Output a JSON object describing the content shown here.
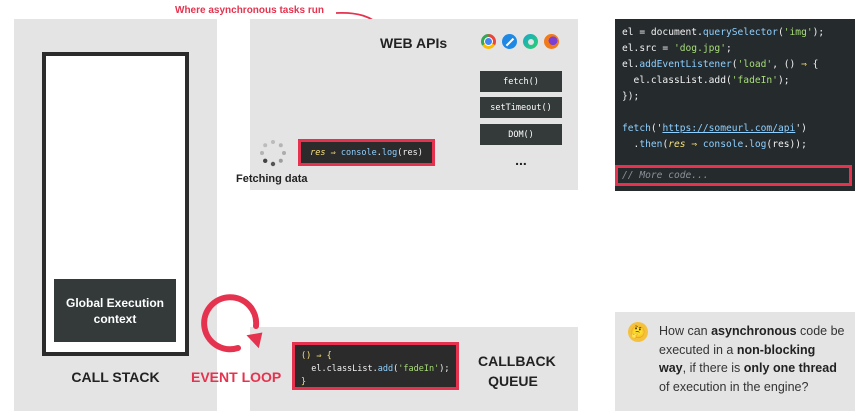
{
  "annotation": "Where asynchronous tasks run",
  "call_stack": {
    "title": "CALL STACK",
    "frame": "Global Execution context"
  },
  "web_apis": {
    "title": "WEB APIs",
    "browsers": [
      {
        "name": "chrome-icon",
        "color": "#e8453c"
      },
      {
        "name": "safari-icon",
        "color": "#1e88e5"
      },
      {
        "name": "edge-icon",
        "color": "#1aa6c9"
      },
      {
        "name": "firefox-icon",
        "color": "#f27a1a"
      }
    ],
    "apis": [
      "fetch()",
      "setTimeout()",
      "DOM()"
    ],
    "ellipsis": "...",
    "pending_callback": {
      "param": "res",
      "arrow": "⇒",
      "obj": "console",
      "dot": ".",
      "fn": "log",
      "args": "(res)"
    },
    "status": "Fetching data"
  },
  "code": {
    "line1": {
      "a": "el = document.",
      "b": "querySelector",
      "c": "(",
      "d": "'img'",
      "e": ");"
    },
    "line2": {
      "a": "el.src = ",
      "b": "'dog.jpg'",
      "c": ";"
    },
    "line3": {
      "a": "el.",
      "b": "addEventListener",
      "c": "(",
      "d": "'load'",
      "e": ", () ",
      "f": "⇒",
      "g": " {"
    },
    "line4": {
      "a": "  el.classList.add(",
      "b": "'fadeIn'",
      "c": ");"
    },
    "line5": {
      "a": "});"
    },
    "line6": {
      "a": "fetch",
      "b": "('",
      "c": "https://someurl.com/api",
      "d": "')"
    },
    "line7": {
      "a": "  .",
      "b": "then",
      "c": "(",
      "d": "res",
      "e": " ⇒ ",
      "f": "console",
      "g": ".",
      "h": "log",
      "i": "(res));"
    },
    "line8": {
      "a": "// More code..."
    }
  },
  "callback_queue": {
    "title_line1": "CALLBACK",
    "title_line2": "QUEUE",
    "callback": {
      "line1": {
        "a": "() ",
        "b": "⇒",
        "c": " {"
      },
      "line2": {
        "a": "  el.classList.",
        "b": "add",
        "c": "(",
        "d": "'fadeIn'",
        "e": ");"
      },
      "line3": {
        "a": "}"
      }
    }
  },
  "event_loop": {
    "label": "EVENT LOOP"
  },
  "question": {
    "emoji": "🤔",
    "t1": "How can ",
    "b1": "asynchronous",
    "t2": " code be executed in a ",
    "b2": "non-blocking way",
    "t3": ", if there is ",
    "b3": "only one thread",
    "t4": " of execution in the engine?"
  },
  "colors": {
    "accent": "#e5334f",
    "panel": "#e4e4e4",
    "code_bg": "#252a2d",
    "dark_box": "#343a3a"
  }
}
